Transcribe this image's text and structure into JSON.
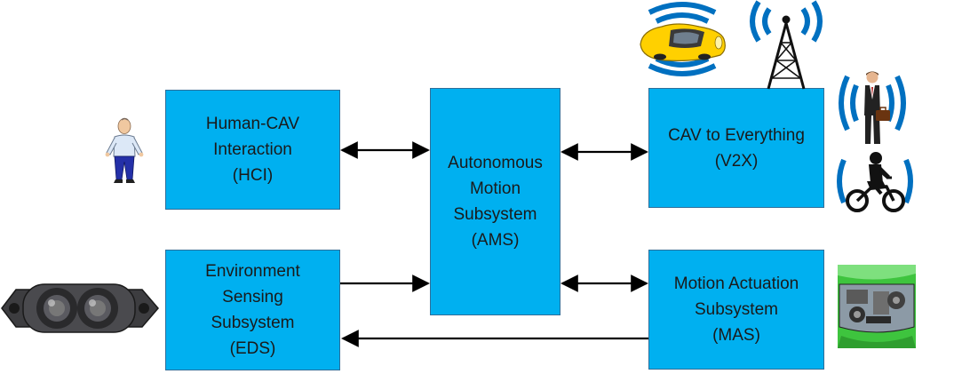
{
  "colors": {
    "box_fill": "#00b0f0",
    "signal_blue": "#0070c0",
    "car_yellow": "#ffd000",
    "engine_green": "#3ec43e"
  },
  "blocks": {
    "hci": {
      "lines": [
        "Human-CAV",
        "Interaction",
        "(HCI)"
      ]
    },
    "ams": {
      "lines": [
        "Autonomous",
        "Motion",
        "Subsystem",
        "(AMS)"
      ]
    },
    "v2x": {
      "lines": [
        "CAV to Everything",
        "(V2X)"
      ]
    },
    "eds": {
      "lines": [
        "Environment",
        "Sensing",
        "Subsystem",
        "(EDS)"
      ]
    },
    "mas": {
      "lines": [
        "Motion Actuation",
        "Subsystem",
        "(MAS)"
      ]
    }
  },
  "connections": [
    {
      "from": "hci",
      "to": "ams",
      "direction": "both"
    },
    {
      "from": "ams",
      "to": "v2x",
      "direction": "both"
    },
    {
      "from": "eds",
      "to": "ams",
      "direction": "forward"
    },
    {
      "from": "ams",
      "to": "mas",
      "direction": "both"
    },
    {
      "from": "mas",
      "to": "eds",
      "direction": "forward"
    }
  ],
  "icons": [
    "person-icon",
    "yellow-car-icon",
    "radio-tower-icon",
    "businessman-icon",
    "motorcycle-icon",
    "stereo-camera-icon",
    "car-engine-icon"
  ]
}
